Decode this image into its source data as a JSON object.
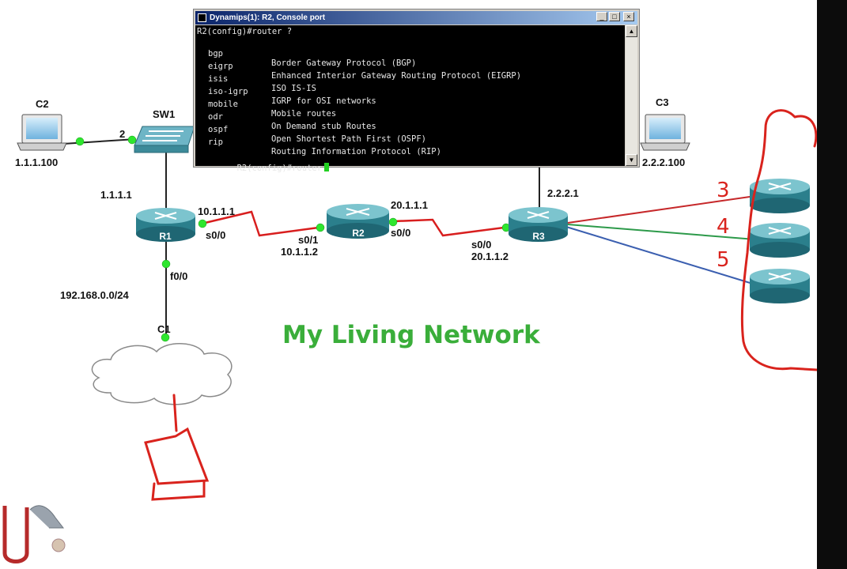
{
  "console": {
    "title": "Dynamips(1): R2, Console port",
    "window_buttons": [
      "_",
      "□",
      "×"
    ],
    "prompt_line": "R2(config)#router ?",
    "options": [
      {
        "keyword": "bgp",
        "description": "Border Gateway Protocol (BGP)"
      },
      {
        "keyword": "eigrp",
        "description": "Enhanced Interior Gateway Routing Protocol (EIGRP)"
      },
      {
        "keyword": "isis",
        "description": "ISO IS-IS"
      },
      {
        "keyword": "iso-igrp",
        "description": "IGRP for OSI networks"
      },
      {
        "keyword": "mobile",
        "description": "Mobile routes"
      },
      {
        "keyword": "odr",
        "description": "On Demand stub Routes"
      },
      {
        "keyword": "ospf",
        "description": "Open Shortest Path First (OSPF)"
      },
      {
        "keyword": "rip",
        "description": "Routing Information Protocol (RIP)"
      }
    ],
    "current_line": "R2(config)#router"
  },
  "topology": {
    "title": "My Living Network",
    "nodes": {
      "c2": {
        "name": "C2",
        "ip": "1.1.1.100"
      },
      "c3": {
        "name": "C3",
        "ip": "2.2.2.100"
      },
      "sw1": {
        "name": "SW1",
        "port": "2"
      },
      "r1": {
        "name": "R1",
        "lan_ip": "1.1.1.1",
        "serial_if": "s0/0",
        "serial_ip": "10.1.1.1",
        "fast_if": "f0/0",
        "lan_network": "192.168.0.0/24"
      },
      "r2": {
        "name": "R2",
        "left_if": "s0/1",
        "left_ip": "10.1.1.2",
        "right_if": "s0/0",
        "right_ip": "20.1.1.1"
      },
      "r3": {
        "name": "R3",
        "if": "s0/0",
        "ip": "20.1.1.2",
        "lan_ip": "2.2.2.1"
      },
      "c1": {
        "name": "C1"
      }
    },
    "annotations": [
      "3",
      "4",
      "5"
    ]
  },
  "colors": {
    "router": "#2b7f8c",
    "link": "#222222",
    "serial": "#d81e1e",
    "port_dot": "#2ee62e",
    "title": "#3aae3a",
    "ink": "#d9231d",
    "line_red": "#c6282a",
    "line_green": "#2d9a4a",
    "line_blue": "#3b5fb0"
  }
}
